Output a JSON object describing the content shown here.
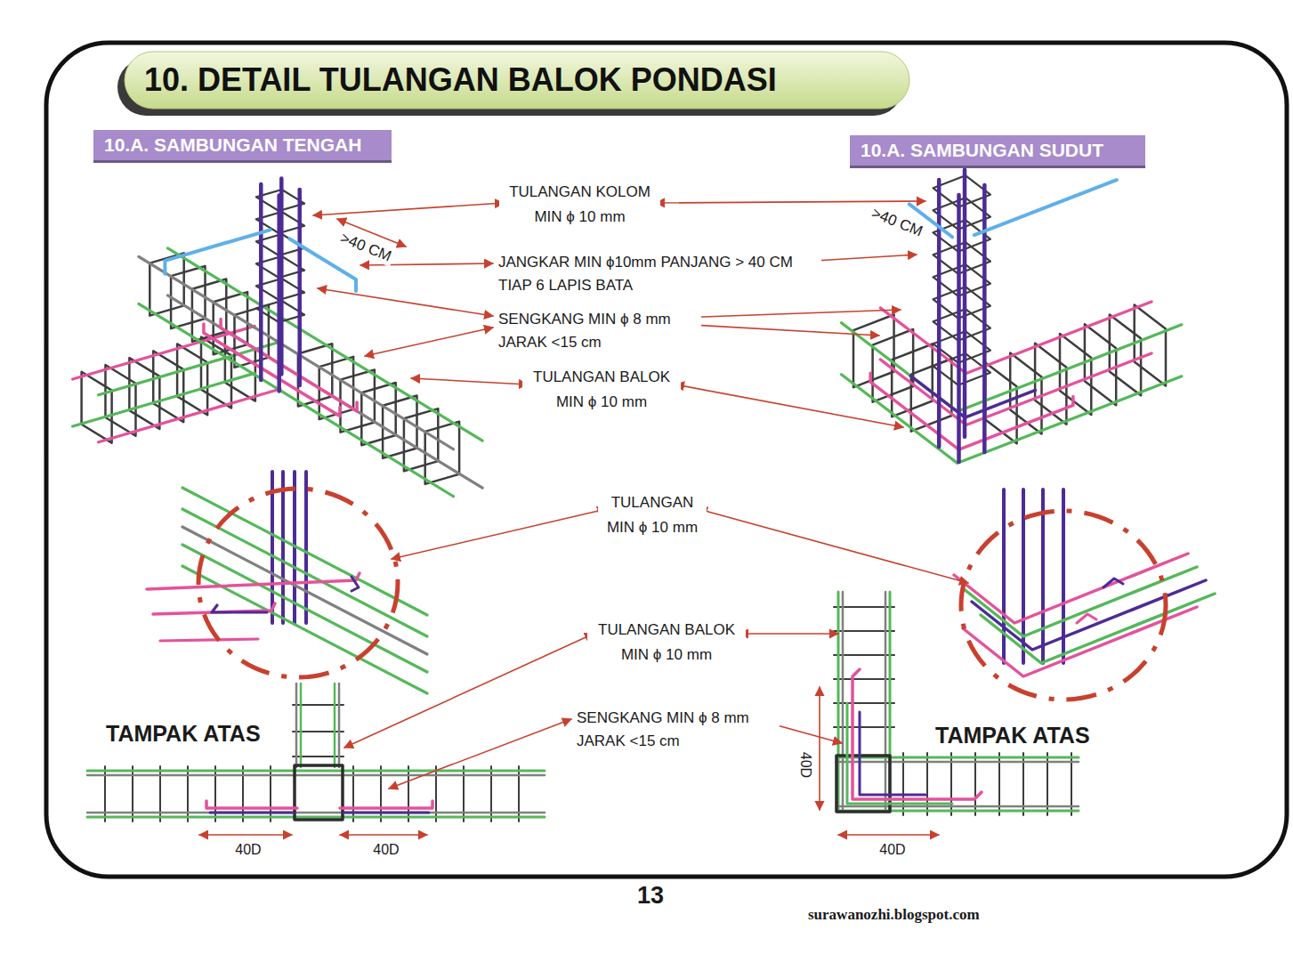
{
  "diagram": {
    "title": "10. DETAIL TULANGAN BALOK PONDASI",
    "nodes": [
      {
        "text": [
          "10.A. SAMBUNGAN TENGAH"
        ]
      },
      {
        "text": [
          "10.A. SAMBUNGAN SUDUT"
        ]
      }
    ],
    "labels": [
      "TULANGAN KOLOM MIN ϕ 10 mm",
      ">40 CM",
      ">40 CM",
      "JANGKAR MIN ϕ10mm PANJANG > 40 CM TIAP 6 LAPIS BATA",
      "SENGKANG MIN ϕ 8 mm JARAK <15 cm",
      "TULANGAN BALOK MIN ϕ 10 mm",
      "TULANGAN MIN ϕ 10 mm",
      "TULANGAN BALOK MIN ϕ 10 mm",
      "SENGKANG MIN ϕ 8 mm JARAK <15 cm",
      "TAMPAK ATAS",
      "TAMPAK ATAS",
      "40D",
      "40D",
      "40D",
      "40D",
      "13",
      "surawanozhi.blogspot.com"
    ]
  }
}
